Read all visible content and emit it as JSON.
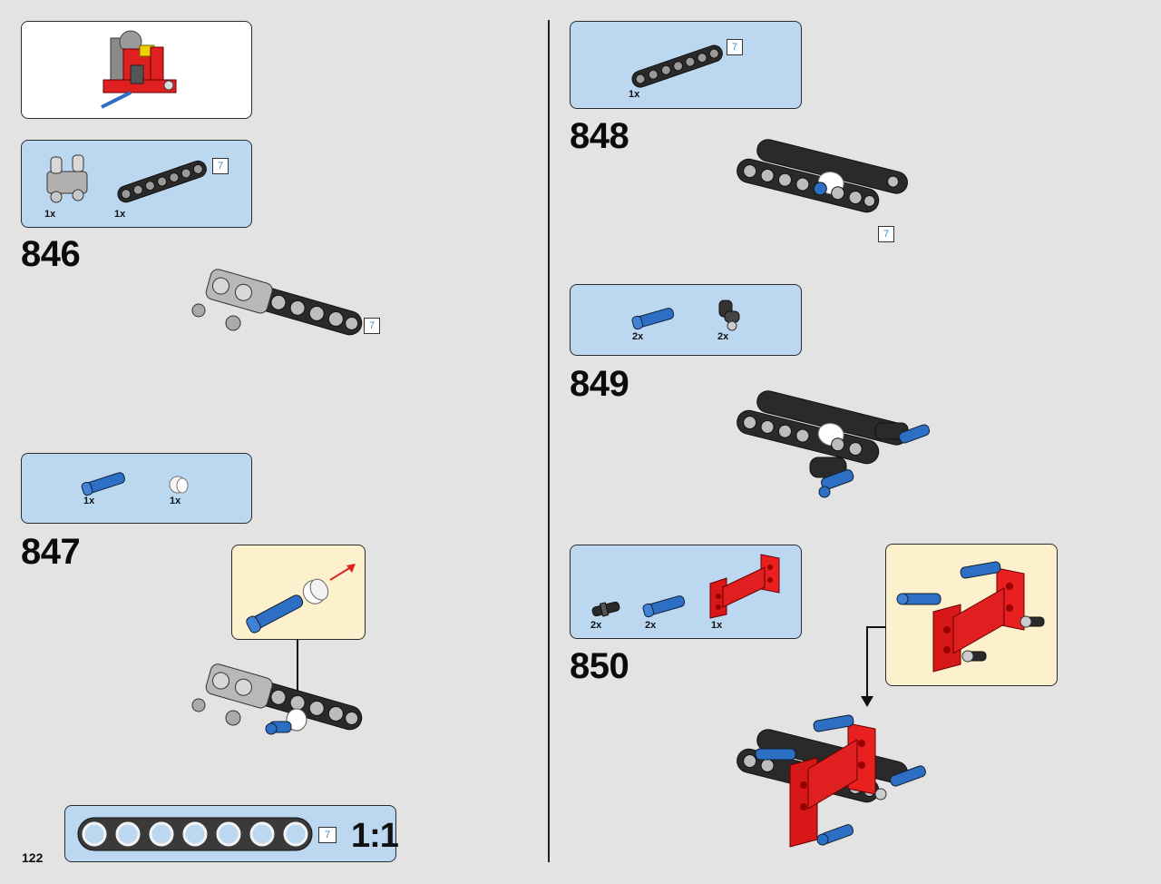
{
  "page": {
    "number": "122"
  },
  "length_badge": "7",
  "steps": [
    {
      "number": "846",
      "parts": [
        {
          "qty": "1x",
          "icon": "gray-double-pin-connector-icon"
        },
        {
          "qty": "1x",
          "icon": "black-beam-7-icon"
        }
      ]
    },
    {
      "number": "847",
      "parts": [
        {
          "qty": "1x",
          "icon": "blue-pin-icon"
        },
        {
          "qty": "1x",
          "icon": "white-bush-icon"
        }
      ]
    },
    {
      "number": "848",
      "parts": [
        {
          "qty": "1x",
          "icon": "black-beam-7-icon"
        }
      ]
    },
    {
      "number": "849",
      "parts": [
        {
          "qty": "2x",
          "icon": "blue-pin-icon"
        },
        {
          "qty": "2x",
          "icon": "dark-angle-connector-icon"
        }
      ]
    },
    {
      "number": "850",
      "parts": [
        {
          "qty": "2x",
          "icon": "black-axle-pin-icon"
        },
        {
          "qty": "2x",
          "icon": "blue-pin-icon"
        },
        {
          "qty": "1x",
          "icon": "red-h-frame-icon"
        }
      ]
    }
  ],
  "scale_ruler": {
    "label": "1:1",
    "length": "7",
    "holes": 7
  },
  "colors": {
    "parts_panel": "#bcd7f0",
    "callout": "#fdf0cc",
    "lego_red": "#e02020",
    "lego_blue": "#2d6fc4",
    "lego_black": "#2a2a2a",
    "lego_gray": "#b8b8b8"
  }
}
